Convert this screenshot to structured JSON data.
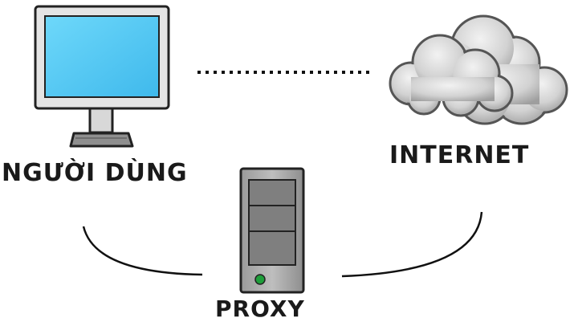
{
  "nodes": {
    "user": {
      "label": "NGƯỜI DÙNG",
      "icon": "computer-monitor-icon"
    },
    "internet": {
      "label": "INTERNET",
      "icon": "cloud-icon"
    },
    "proxy": {
      "label": "PROXY",
      "icon": "server-tower-icon"
    }
  },
  "colors": {
    "screen": "#5BCEF5",
    "monitor_frame": "#E2E2E2",
    "outline": "#222222",
    "cloud": "#C9C9C9",
    "server_body": "#A8A8A8",
    "power_led": "#1E9E3A"
  }
}
